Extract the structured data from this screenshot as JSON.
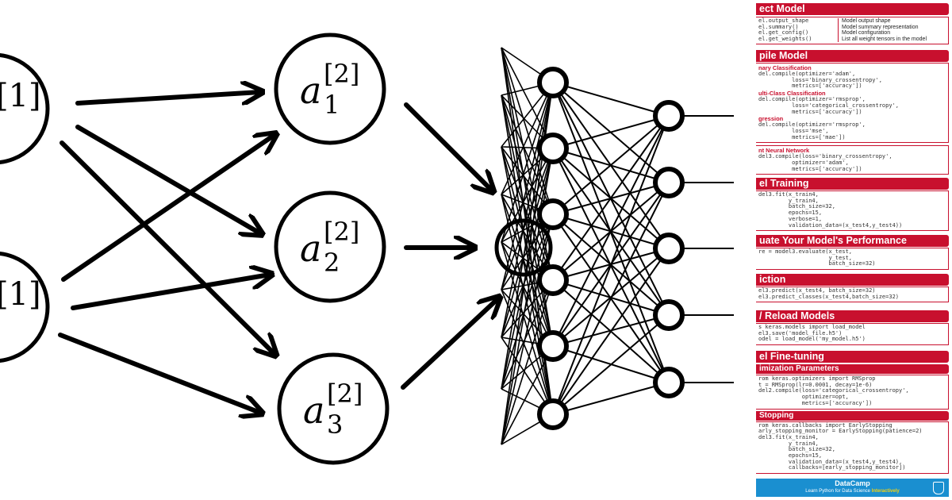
{
  "diagram": {
    "left_nodes": [
      {
        "sup": "[1]",
        "sub": ""
      },
      {
        "sup": "[1]",
        "sub": ""
      }
    ],
    "mid_nodes": [
      {
        "letter": "a",
        "sup": "[2]",
        "sub": "1"
      },
      {
        "letter": "a",
        "sup": "[2]",
        "sub": "2"
      },
      {
        "letter": "a",
        "sup": "[2]",
        "sub": "3"
      }
    ]
  },
  "cheatsheet": {
    "inspect": {
      "title": "ect Model",
      "rows": [
        {
          "code": "el.output_shape",
          "desc": "Model output shape"
        },
        {
          "code": "el.summary()",
          "desc": "Model summary representation"
        },
        {
          "code": "el.get_config()",
          "desc": "Model configuration"
        },
        {
          "code": "el.get_weights()",
          "desc": "List all weight tensors in the model"
        }
      ]
    },
    "compile": {
      "title": "pile Model",
      "binary_label": "nary Classification",
      "binary_code": "del.compile(optimizer='adam',\n          loss='binary_crossentropy',\n          metrics=['accuracy'])",
      "multi_label": "ulti-Class Classification",
      "multi_code": "del.compile(optimizer='rmsprop',\n          loss='categorical_crossentropy',\n          metrics=['accuracy'])",
      "reg_label": "gression",
      "reg_code": "del.compile(optimizer='rmsprop',\n          loss='mse',\n          metrics=['mae'])",
      "rnn_label": "nt Neural Network",
      "rnn_code": "del3.compile(loss='binary_crossentropy',\n          optimizer='adam',\n          metrics=['accuracy'])"
    },
    "training": {
      "title": "el Training",
      "code": "del3.fit(x_train4,\n         y_train4,\n         batch_size=32,\n         epochs=15,\n         verbose=1,\n         validation_data=(x_test4,y_test4))"
    },
    "evaluate": {
      "title": "uate Your Model's Performance",
      "code": "re = model3.evaluate(x_test,\n                     y_test,\n                     batch_size=32)"
    },
    "prediction": {
      "title": "iction",
      "code": "el3.predict(x_test4, batch_size=32)\nel3.predict_classes(x_test4,batch_size=32)"
    },
    "reload": {
      "title": "/ Reload Models",
      "code": "s keras.models import load_model\nel3.save('model_file.h5')\nodel = load_model('my_model.h5')"
    },
    "finetune": {
      "title": "el Fine-tuning",
      "opt_title": "imization Parameters",
      "opt_code": "rom keras.optimizers import RMSprop\nt = RMSprop(lr=0.0001, decay=1e-6)\ndel2.compile(loss='categorical_crossentropy',\n             optimizer=opt,\n             metrics=['accuracy'])",
      "stop_title": "Stopping",
      "stop_code": "rom keras.callbacks import EarlyStopping\narly_stopping_monitor = EarlyStopping(patience=2)\ndel3.fit(x_train4,\n         y_train4,\n         batch_size=32,\n         epochs=15,\n         validation_data=(x_test4,y_test4),\n         callbacks=[early_stopping_monitor])"
    },
    "footer": {
      "brand": "DataCamp",
      "tagline_prefix": "Learn Python for Data Science ",
      "tagline_highlight": "Interactively"
    }
  },
  "colors": {
    "accent": "#c8102e",
    "footer": "#1a8fd0",
    "ink": "#000000"
  }
}
